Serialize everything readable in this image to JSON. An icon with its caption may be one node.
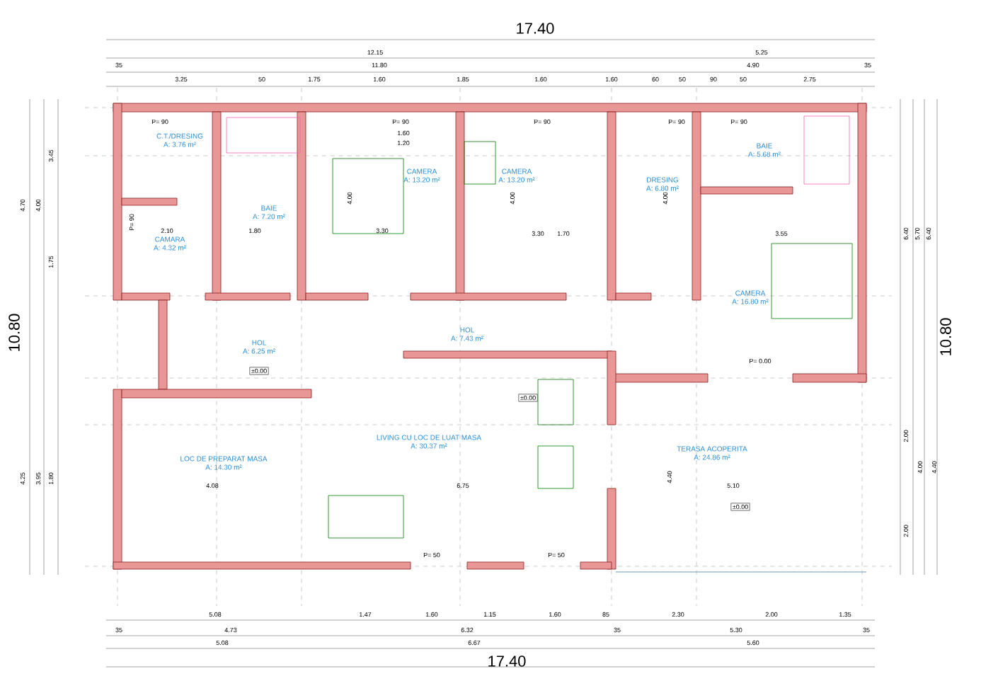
{
  "diagram": {
    "nodes": [
      {
        "text": [
          "C.T./DRESING",
          "A: 3.76 m²"
        ]
      },
      {
        "text": [
          "BAIE",
          "A: 7.20 m²"
        ]
      },
      {
        "text": [
          "CAMARA",
          "A: 4.32 m²"
        ]
      },
      {
        "text": [
          "CAMERA",
          "A: 13.20 m²"
        ]
      },
      {
        "text": [
          "CAMERA",
          "A: 13.20 m²"
        ]
      },
      {
        "text": [
          "DRESING",
          "A: 6.80 m²"
        ]
      },
      {
        "text": [
          "BAIE",
          "A: 5.68 m²"
        ]
      },
      {
        "text": [
          "CAMERA",
          "A: 16.80 m²"
        ]
      },
      {
        "text": [
          "HOL",
          "A: 6.25 m²"
        ]
      },
      {
        "text": [
          "HOL",
          "A: 7.43 m²"
        ]
      },
      {
        "text": [
          "LOC DE PREPARAT MASA",
          "A: 14.30 m²"
        ]
      },
      {
        "text": [
          "LIVING CU LOC DE LUAT MASA",
          "A: 30.37 m²"
        ]
      },
      {
        "text": [
          "TERASA ACOPERITA",
          "A: 24.86 m²"
        ]
      }
    ],
    "labels": [
      "17.40",
      "12.15",
      "5.25",
      "35",
      "11.80",
      "4.90",
      "35",
      "3.25",
      "50",
      "1.75",
      "1.60",
      "1.85",
      "1.60",
      "1.60",
      "60",
      "50",
      "90",
      "50",
      "2.75",
      "P= 90",
      "P= 90",
      "P= 90",
      "P= 90",
      "P= 90",
      "1.60",
      "1.20",
      "4.00",
      "4.00",
      "4.00",
      "3.30",
      "3.30",
      "2.10",
      "1.80",
      "1.70",
      "3.55",
      "P= 90",
      "P= 50",
      "P= 50",
      "P= 0.00",
      "±0.00",
      "±0.00",
      "±0.00",
      "4.08",
      "6.75",
      "5.10",
      "4.40",
      "5.08",
      "1.47",
      "1.60",
      "1.15",
      "1.60",
      "85",
      "2.30",
      "2.00",
      "1.35",
      "35",
      "4.73",
      "6.32",
      "35",
      "5.30",
      "35",
      "5.08",
      "6.67",
      "5.60",
      "17.40",
      "10.80",
      "10.80",
      "4.70",
      "4.00",
      "3.45",
      "1.75",
      "4.25",
      "3.95",
      "1.80",
      "6.40",
      "5.70",
      "6.40",
      "4.00",
      "4.40",
      "2.00",
      "2.00"
    ]
  }
}
